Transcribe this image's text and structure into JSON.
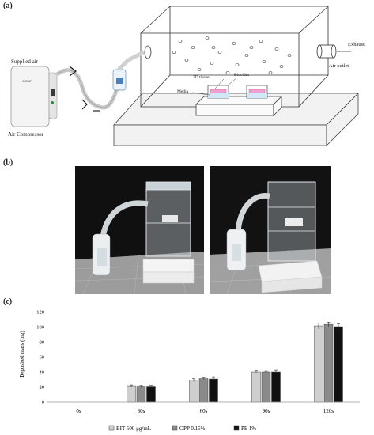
{
  "panel_a": {
    "label": "(a)",
    "labels": {
      "supplied_air": "Supplied air",
      "air_compressor": "Air Compressor",
      "tissue": "3D tissue",
      "biocides": "Biocides",
      "media": "Media",
      "exhaust": "Exhaust",
      "air_outlet": "Air outlet"
    },
    "device_brand": "omron"
  },
  "panel_b": {
    "label": "(b)"
  },
  "panel_c": {
    "label": "(c)"
  },
  "chart_data": {
    "type": "bar",
    "categories": [
      "0s",
      "30s",
      "60s",
      "90s",
      "120s"
    ],
    "series": [
      {
        "name": "BIT 500 μg/mL",
        "values": [
          0,
          21,
          29,
          40,
          101
        ],
        "errors": [
          0,
          1,
          2,
          1.5,
          4
        ],
        "color": "#cfcfcf"
      },
      {
        "name": "OPP 0.15%",
        "values": [
          0,
          20.5,
          31,
          40,
          103
        ],
        "errors": [
          0,
          1,
          1,
          1,
          3
        ],
        "color": "#8a8a8a"
      },
      {
        "name": "PE 1%",
        "values": [
          0,
          20.5,
          30.5,
          40,
          100
        ],
        "errors": [
          0,
          1,
          2,
          2,
          4
        ],
        "color": "#111111"
      }
    ],
    "ylabel": "Deposited mass (mg)",
    "xlabel": "",
    "ylim": [
      0,
      120
    ],
    "yticks": [
      0,
      20,
      40,
      60,
      80,
      100,
      120
    ],
    "legend_position": "bottom"
  }
}
